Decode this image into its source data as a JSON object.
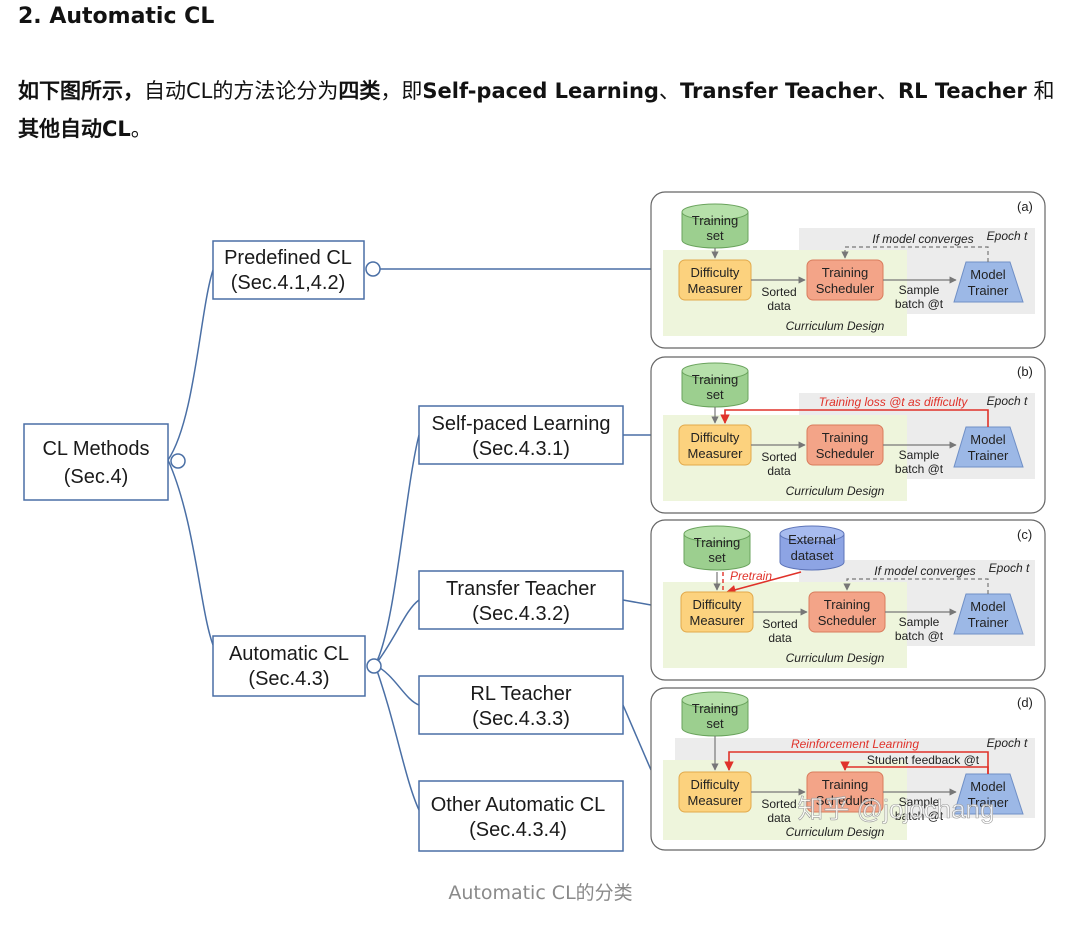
{
  "heading": "2. Automatic CL",
  "paragraph": {
    "p1": "如下图所示，",
    "p2": "自动CL的方法论分为",
    "p3": "四类",
    "p4": "，即",
    "p5": "Self-paced Learning",
    "p6": "、",
    "p7": "Transfer Teacher",
    "p8": "、",
    "p9": "RL Teacher",
    "p10": " 和 ",
    "p11": "其他自动CL",
    "p12": "。"
  },
  "tree": {
    "root": {
      "line1": "CL Methods",
      "line2": "(Sec.4)"
    },
    "predefined": {
      "line1": "Predefined CL",
      "line2": "(Sec.4.1,4.2)"
    },
    "automatic": {
      "line1": "Automatic CL",
      "line2": "(Sec.4.3)"
    },
    "self_paced": {
      "line1": "Self-paced Learning",
      "line2": "(Sec.4.3.1)"
    },
    "transfer": {
      "line1": "Transfer Teacher",
      "line2": "(Sec.4.3.2)"
    },
    "rl": {
      "line1": "RL Teacher",
      "line2": "(Sec.4.3.3)"
    },
    "other": {
      "line1": "Other Automatic CL",
      "line2": "(Sec.4.3.4)"
    }
  },
  "panels": {
    "common": {
      "training": "Training",
      "set": "set",
      "difficulty": "Difficulty",
      "measurer": "Measurer",
      "scheduler": "Scheduler",
      "model": "Model",
      "trainer": "Trainer",
      "sorted": "Sorted",
      "data": "data",
      "sample": "Sample",
      "batch": "batch @t",
      "curriculum": "Curriculum Design",
      "epoch": "Epoch t"
    },
    "a": {
      "label": "(a)",
      "annotation": "If model converges"
    },
    "b": {
      "label": "(b)",
      "annotation": "Training loss @t as difficulty"
    },
    "c": {
      "label": "(c)",
      "annotation": "If model converges",
      "pretrain": "Pretrain",
      "external1": "External",
      "external2": "dataset"
    },
    "d": {
      "label": "(d)",
      "annotation": "Reinforcement Learning",
      "feedback": "Student feedback @t"
    }
  },
  "watermark": "知乎 @jojochang",
  "caption": "Automatic CL的分类",
  "colors": {
    "tree_line": "#4a6fa5",
    "green": "#9ccf8f",
    "yellow": "#fcd27e",
    "salmon": "#f3a488",
    "blue": "#9cb8e6",
    "red": "#e0322a",
    "curriculum_bg": "#eef5dc"
  }
}
